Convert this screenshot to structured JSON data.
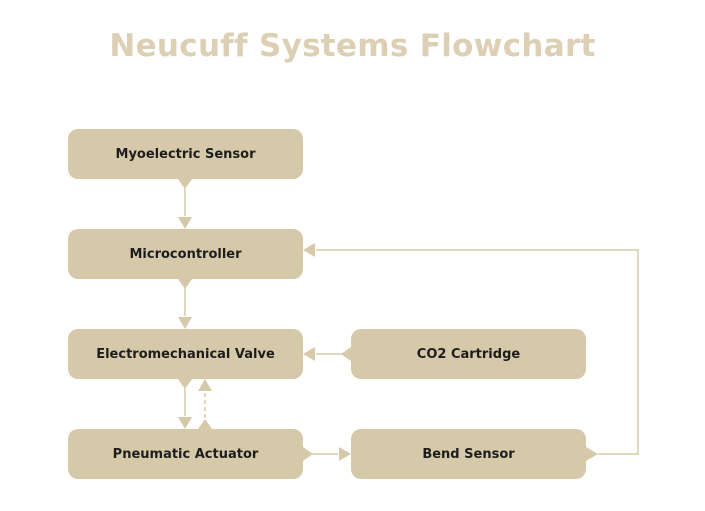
{
  "title": "Neucuff Systems Flowchart",
  "colors": {
    "node_fill": "#d5c9a9",
    "edge": "#d5c9a9",
    "title": "#dccfb3",
    "text": "#1d1d1d"
  },
  "nodes": {
    "myoelectric_sensor": "Myoelectric Sensor",
    "microcontroller": "Microcontroller",
    "electromechanical_valve": "Electromechanical Valve",
    "co2_cartridge": "CO2 Cartridge",
    "pneumatic_actuator": "Pneumatic Actuator",
    "bend_sensor": "Bend Sensor"
  },
  "edges": [
    {
      "from": "myoelectric_sensor",
      "to": "microcontroller",
      "style": "solid"
    },
    {
      "from": "microcontroller",
      "to": "electromechanical_valve",
      "style": "solid"
    },
    {
      "from": "co2_cartridge",
      "to": "electromechanical_valve",
      "style": "solid"
    },
    {
      "from": "electromechanical_valve",
      "to": "pneumatic_actuator",
      "style": "solid"
    },
    {
      "from": "pneumatic_actuator",
      "to": "electromechanical_valve",
      "style": "dashed"
    },
    {
      "from": "pneumatic_actuator",
      "to": "bend_sensor",
      "style": "solid"
    },
    {
      "from": "bend_sensor",
      "to": "microcontroller",
      "style": "solid"
    }
  ]
}
